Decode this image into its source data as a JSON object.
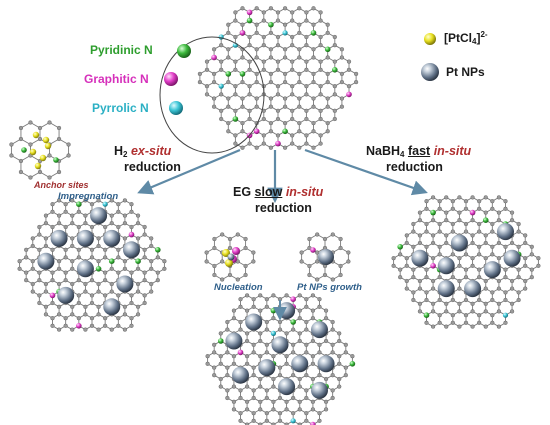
{
  "legend": {
    "pyridinic": "Pyridinic N",
    "graphitic": "Graphitic N",
    "pyrrolic": "Pyrrolic N",
    "precursor_main": "[PtCl",
    "precursor_sub": "4",
    "precursor_tail": "]",
    "precursor_sup": "2-",
    "nps": "Pt NPs"
  },
  "colors": {
    "pyridinic": "#3cb93c",
    "graphitic": "#e23fc9",
    "pyrrolic": "#3cc6d6",
    "precursor": "#e8e020",
    "carbon": "#8a8a8a",
    "arrow": "#5f8aa6",
    "pt": "#6b7c93"
  },
  "methods": {
    "h2": {
      "prefix": "H",
      "sub": "2",
      "highlight": "ex-situ",
      "line2": "reduction"
    },
    "eg": {
      "prefix": "EG ",
      "underline": "slow",
      "highlight": "in-situ",
      "line2": "reduction"
    },
    "nabh4": {
      "prefix": "NaBH",
      "sub": "4",
      "underline": "fast",
      "highlight": "in-situ",
      "line2": "reduction"
    }
  },
  "captions": {
    "anchor_sites": "Anchor sites",
    "impregnation": "Impregnation",
    "nucleation": "Nucleation",
    "growth": "Pt NPs growth"
  },
  "icons": [
    "pyridinic-n-sphere-icon",
    "graphitic-n-sphere-icon",
    "pyrrolic-n-sphere-icon",
    "ptcl4-sphere-icon",
    "pt-nanoparticle-icon"
  ]
}
